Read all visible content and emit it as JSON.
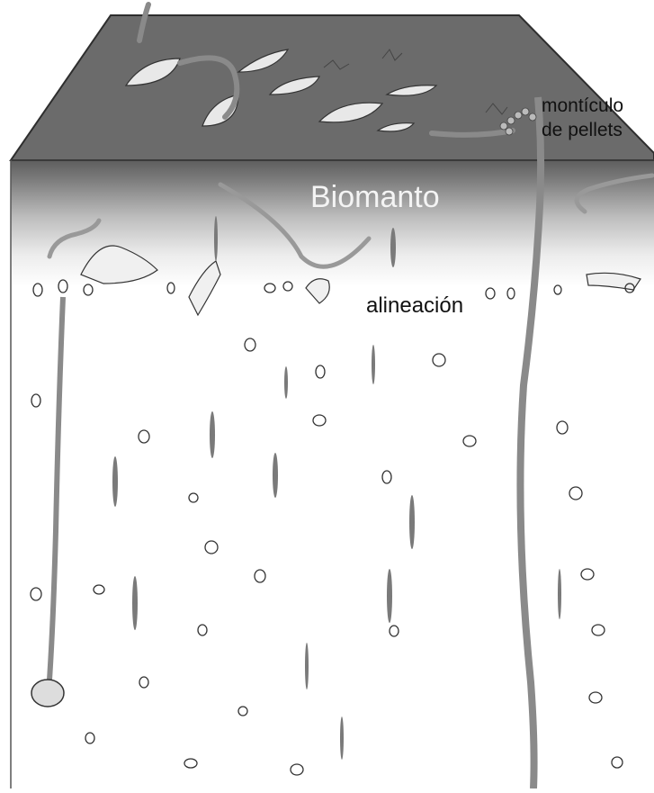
{
  "labels": {
    "biomanto": "Biomanto",
    "alineacion": "alineación",
    "monticulo_line1": "montículo",
    "monticulo_line2": "de pellets"
  },
  "colors": {
    "surface_top": "#6b6b6b",
    "surface_edge": "#2e2e2e",
    "soil_shade": "#5e5e5e",
    "soil_body": "#ffffff",
    "burrow": "#8a8a8a",
    "outline": "#333333"
  }
}
